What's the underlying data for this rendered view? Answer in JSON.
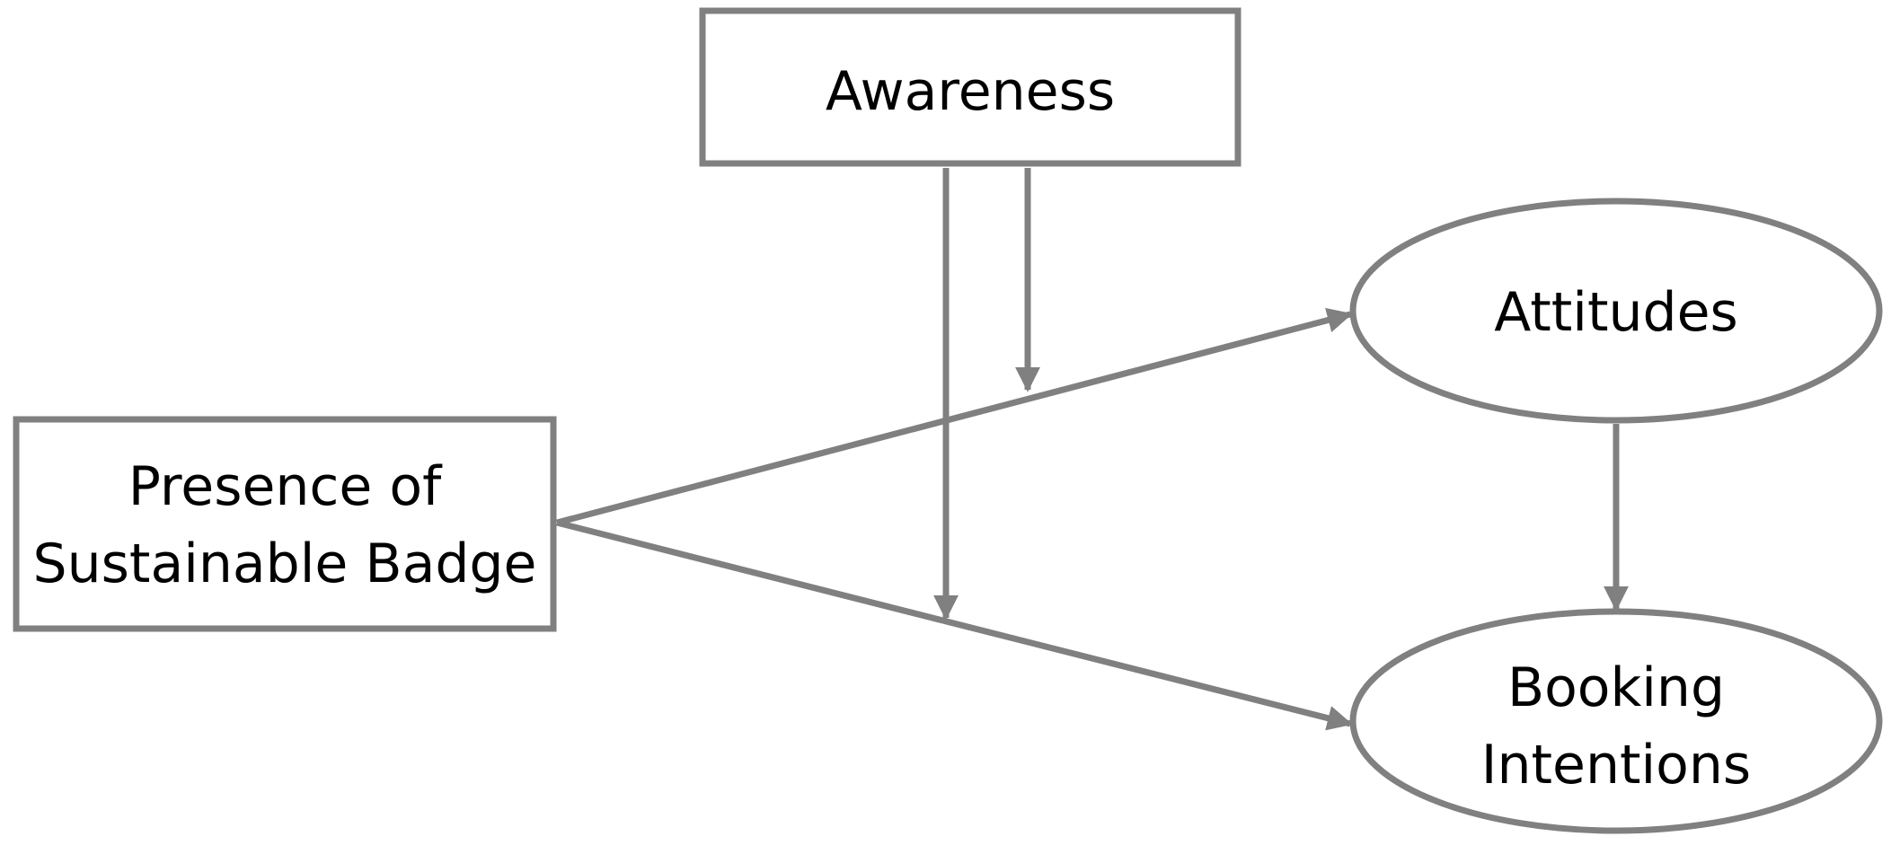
{
  "diagram": {
    "nodes": {
      "awareness": {
        "shape": "rectangle",
        "lines": [
          "Awareness"
        ]
      },
      "badge": {
        "shape": "rectangle",
        "lines": [
          "Presence of",
          "Sustainable Badge"
        ]
      },
      "attitudes": {
        "shape": "ellipse",
        "lines": [
          "Attitudes"
        ]
      },
      "booking": {
        "shape": "ellipse",
        "lines": [
          "Booking",
          "Intentions"
        ]
      }
    },
    "edges": [
      {
        "from": "badge",
        "to": "attitudes",
        "type": "direct-path"
      },
      {
        "from": "badge",
        "to": "booking",
        "type": "direct-path"
      },
      {
        "from": "attitudes",
        "to": "booking",
        "type": "direct-path"
      },
      {
        "from": "awareness",
        "to": "badge-attitudes-path",
        "type": "moderation"
      },
      {
        "from": "awareness",
        "to": "badge-booking-path",
        "type": "moderation"
      }
    ],
    "colors": {
      "stroke": "#808080",
      "text": "#000000",
      "background": "#ffffff"
    }
  }
}
